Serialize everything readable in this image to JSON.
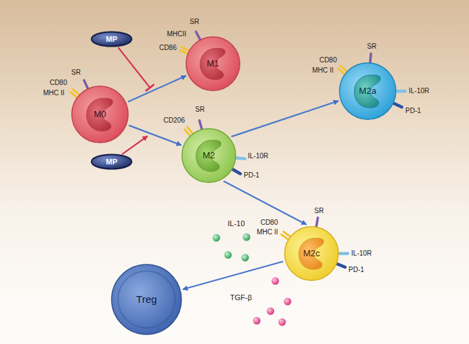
{
  "diagram": {
    "nodes": [
      {
        "text": [
          "MP"
        ]
      },
      {
        "text": [
          "M1"
        ]
      },
      {
        "text": [
          "M0"
        ]
      },
      {
        "text": [
          "M2a"
        ]
      },
      {
        "text": [
          "MP"
        ]
      },
      {
        "text": [
          "M2"
        ]
      },
      {
        "text": [
          "M2c"
        ]
      },
      {
        "text": [
          "Treg"
        ]
      }
    ],
    "edges": [
      {
        "from": 2,
        "to": 1,
        "arrow": "to"
      },
      {
        "from": 2,
        "to": 5,
        "arrow": "to"
      },
      {
        "from": 5,
        "to": 3,
        "arrow": "to"
      },
      {
        "from": 5,
        "to": 6,
        "arrow": "to"
      },
      {
        "from": 6,
        "to": 7,
        "arrow": "to"
      }
    ],
    "labels": [
      "SR",
      "MHCII",
      "CD86",
      "SR",
      "CD80",
      "MHC II",
      "SR",
      "CD80",
      "MHC II",
      "IL-10R",
      "PD-1",
      "CD206",
      "SR",
      "IL-10R",
      "PD-1",
      "CD80",
      "SR",
      "MHC II",
      "IL-10R",
      "PD-1",
      "IL-10",
      "TGF-β"
    ]
  }
}
